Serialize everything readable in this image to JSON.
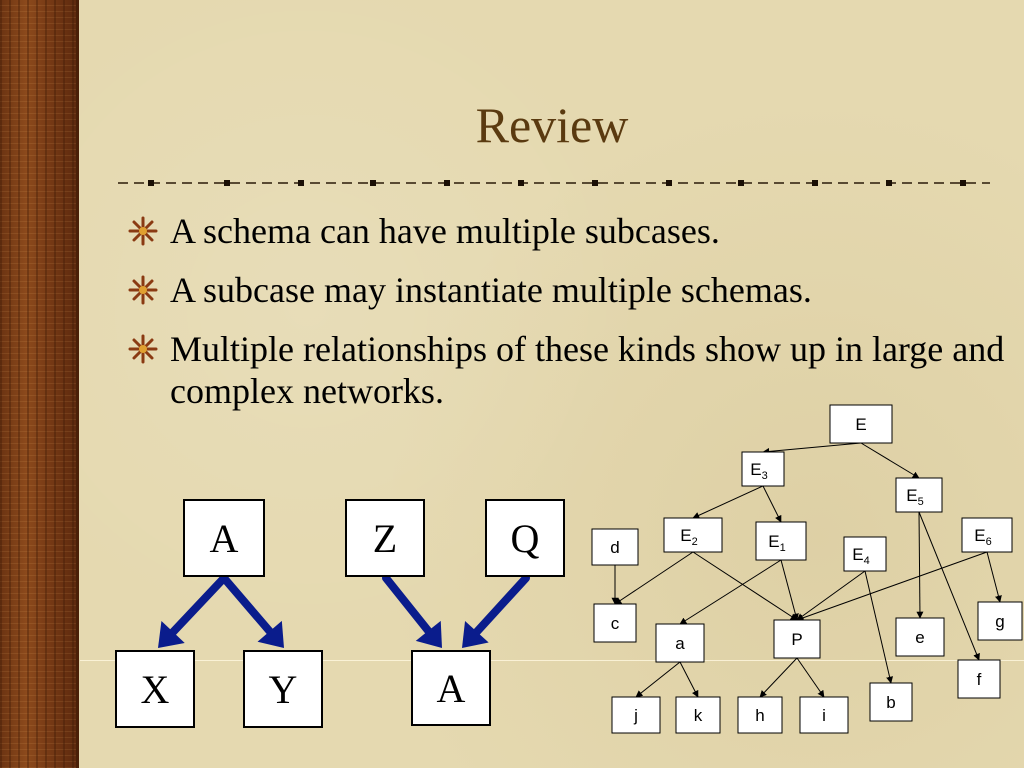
{
  "slide": {
    "title": "Review",
    "bullets": [
      "A schema can have multiple subcases.",
      "A subcase may instantiate multiple schemas.",
      "Multiple relationships of these kinds show up in large and complex networks."
    ]
  },
  "left_diagram": {
    "nodes": [
      "A",
      "X",
      "Y",
      "Z",
      "Q",
      "A"
    ],
    "edges": [
      [
        "A",
        "X"
      ],
      [
        "A",
        "Y"
      ],
      [
        "Z",
        "A"
      ],
      [
        "Q",
        "A"
      ]
    ],
    "arrow_color": "#0a1c8c"
  },
  "network": {
    "nodes": [
      {
        "id": "E",
        "label": "E",
        "sub": ""
      },
      {
        "id": "E3",
        "label": "E",
        "sub": "3"
      },
      {
        "id": "E5",
        "label": "E",
        "sub": "5"
      },
      {
        "id": "E2",
        "label": "E",
        "sub": "2"
      },
      {
        "id": "E1",
        "label": "E",
        "sub": "1"
      },
      {
        "id": "E4",
        "label": "E",
        "sub": "4"
      },
      {
        "id": "E6",
        "label": "E",
        "sub": "6"
      },
      {
        "id": "d",
        "label": "d",
        "sub": ""
      },
      {
        "id": "c",
        "label": "c",
        "sub": ""
      },
      {
        "id": "a",
        "label": "a",
        "sub": ""
      },
      {
        "id": "P",
        "label": "P",
        "sub": ""
      },
      {
        "id": "e",
        "label": "e",
        "sub": ""
      },
      {
        "id": "g",
        "label": "g",
        "sub": ""
      },
      {
        "id": "f",
        "label": "f",
        "sub": ""
      },
      {
        "id": "b",
        "label": "b",
        "sub": ""
      },
      {
        "id": "j",
        "label": "j",
        "sub": ""
      },
      {
        "id": "k",
        "label": "k",
        "sub": ""
      },
      {
        "id": "h",
        "label": "h",
        "sub": ""
      },
      {
        "id": "i",
        "label": "i",
        "sub": ""
      }
    ],
    "edges": [
      [
        "E",
        "E3"
      ],
      [
        "E",
        "E5"
      ],
      [
        "E3",
        "E2"
      ],
      [
        "E3",
        "E1"
      ],
      [
        "E5",
        "e"
      ],
      [
        "E5",
        "f"
      ],
      [
        "E6",
        "g"
      ],
      [
        "E6",
        "P"
      ],
      [
        "E4",
        "P"
      ],
      [
        "E4",
        "b"
      ],
      [
        "d",
        "c"
      ],
      [
        "E2",
        "c"
      ],
      [
        "E2",
        "P"
      ],
      [
        "E1",
        "a"
      ],
      [
        "E1",
        "P"
      ],
      [
        "a",
        "j"
      ],
      [
        "a",
        "k"
      ],
      [
        "P",
        "h"
      ],
      [
        "P",
        "i"
      ]
    ]
  },
  "colors": {
    "title": "#5a3a10",
    "background": "#e5d9b0",
    "wood": "#7a3c16"
  }
}
